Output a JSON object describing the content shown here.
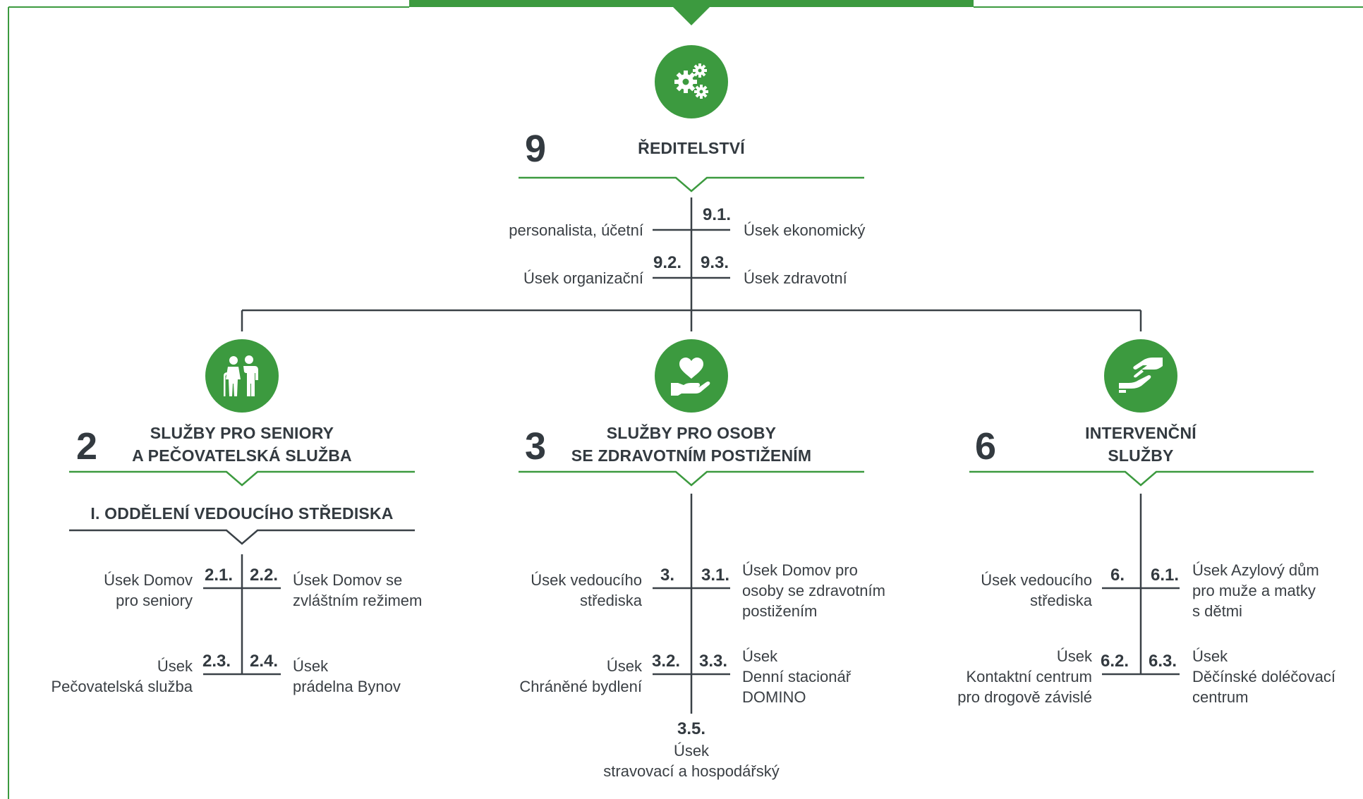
{
  "top": {
    "number": "9",
    "title": "ŘEDITELSTVÍ",
    "icon": "gears-icon",
    "items": [
      {
        "code": "9.1.",
        "label": "Úsek ekonomický"
      },
      {
        "code": "",
        "label": "personalista, účetní"
      },
      {
        "code": "9.2.",
        "label": "Úsek organizační"
      },
      {
        "code": "9.3.",
        "label": "Úsek zdravotní"
      }
    ]
  },
  "branches": [
    {
      "number": "2",
      "title_line1": "SLUŽBY PRO SENIORY",
      "title_line2": "A PEČOVATELSKÁ SLUŽBA",
      "icon": "seniors-icon",
      "subheader": "I. ODDĚLENÍ VEDOUCÍHO STŘEDISKA",
      "items": [
        {
          "code": "2.1.",
          "label1": "Úsek Domov",
          "label2": "pro seniory"
        },
        {
          "code": "2.2.",
          "label1": "Úsek Domov se",
          "label2": "zvláštním režimem"
        },
        {
          "code": "2.3.",
          "label1": "Úsek",
          "label2": "Pečovatelská služba"
        },
        {
          "code": "2.4.",
          "label1": "Úsek",
          "label2": "prádelna Bynov"
        }
      ]
    },
    {
      "number": "3",
      "title_line1": "SLUŽBY PRO OSOBY",
      "title_line2": "SE ZDRAVOTNÍM POSTIŽENÍM",
      "icon": "heart-in-hand-icon",
      "items": [
        {
          "code": "3.",
          "label1": "Úsek vedoucího",
          "label2": "střediska"
        },
        {
          "code": "3.1.",
          "label1": "Úsek Domov pro",
          "label2": "osoby se zdravotním",
          "label3": "postižením"
        },
        {
          "code": "3.2.",
          "label1": "Úsek",
          "label2": "Chráněné bydlení"
        },
        {
          "code": "3.3.",
          "label1": "Úsek",
          "label2": "Denní stacionář",
          "label3": "DOMINO"
        },
        {
          "code": "3.5.",
          "label1": "Úsek",
          "label2": "stravovací a hospodářský"
        }
      ]
    },
    {
      "number": "6",
      "title_line1": "INTERVENČNÍ",
      "title_line2": "SLUŽBY",
      "icon": "helping-hands-icon",
      "items": [
        {
          "code": "6.",
          "label1": "Úsek vedoucího",
          "label2": "střediska"
        },
        {
          "code": "6.1.",
          "label1": "Úsek Azylový dům",
          "label2": "pro muže a matky",
          "label3": "s dětmi"
        },
        {
          "code": "6.2.",
          "label1": "Úsek",
          "label2": "Kontaktní centrum",
          "label3": "pro drogově závislé"
        },
        {
          "code": "6.3.",
          "label1": "Úsek",
          "label2": "Děčínské doléčovací",
          "label3": "centrum"
        }
      ]
    }
  ],
  "colors": {
    "accent": "#3c9a3f",
    "line": "#3a4147",
    "text": "#3a3f44"
  }
}
